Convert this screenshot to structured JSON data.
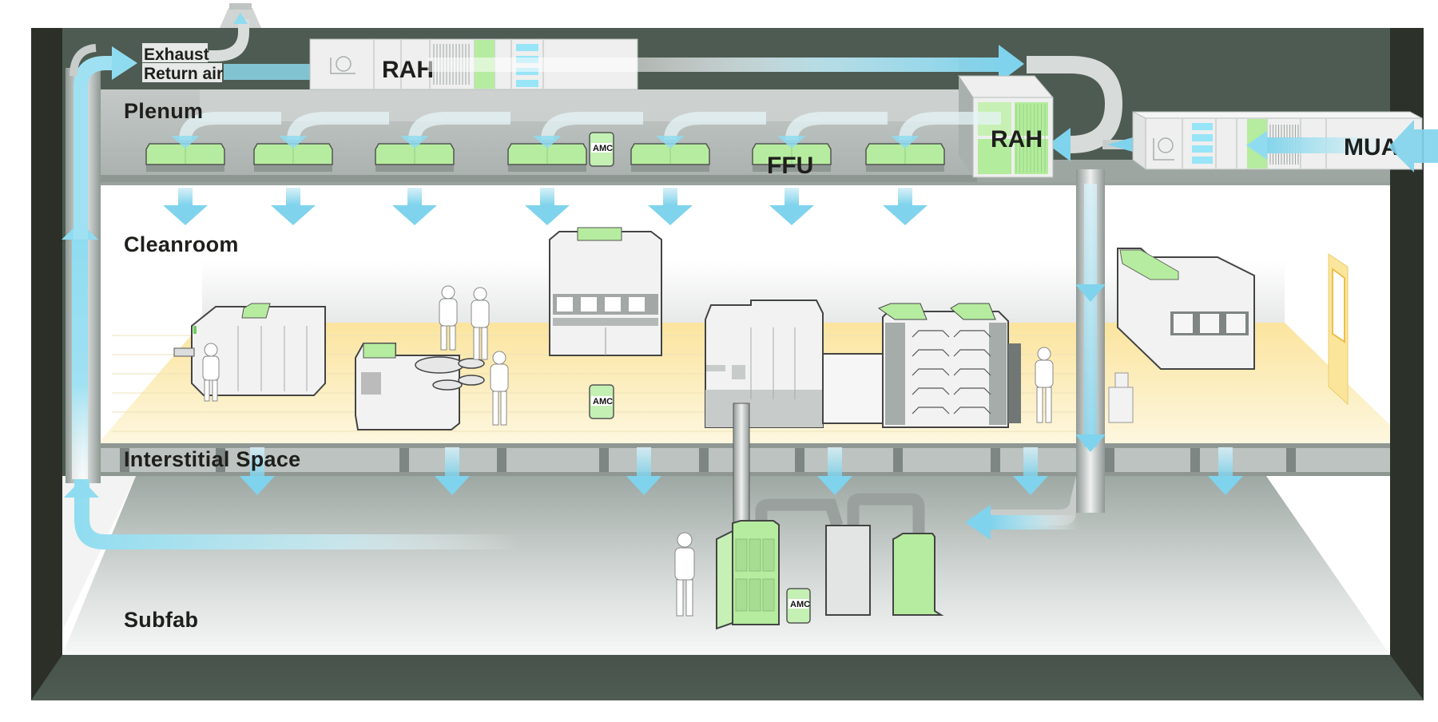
{
  "diagram": {
    "title": "Semiconductor fab airflow cross-section",
    "zones": {
      "plenum": "Plenum",
      "cleanroom": "Cleanroom",
      "interstitial": "Interstitial Space",
      "subfab": "Subfab"
    },
    "flow_labels": {
      "exhaust": "Exhaust",
      "return_air": "Return air"
    },
    "units": {
      "rah_top": "RAH",
      "rah_side": "RAH",
      "mua": "MUA",
      "ffu": "FFU",
      "amc": "AMC"
    },
    "amc_count": 3,
    "ffu_count": 7,
    "colors": {
      "frame_dark": "#4d5a51",
      "frame_side": "#2b2f28",
      "airflow_blue": "#7fd3ec",
      "filter_green": "#b9ecaa",
      "floor_yellow": "#fbe7a6",
      "equipment_white": "#f1f2f1",
      "duct_gray": "#c9cecb"
    }
  }
}
